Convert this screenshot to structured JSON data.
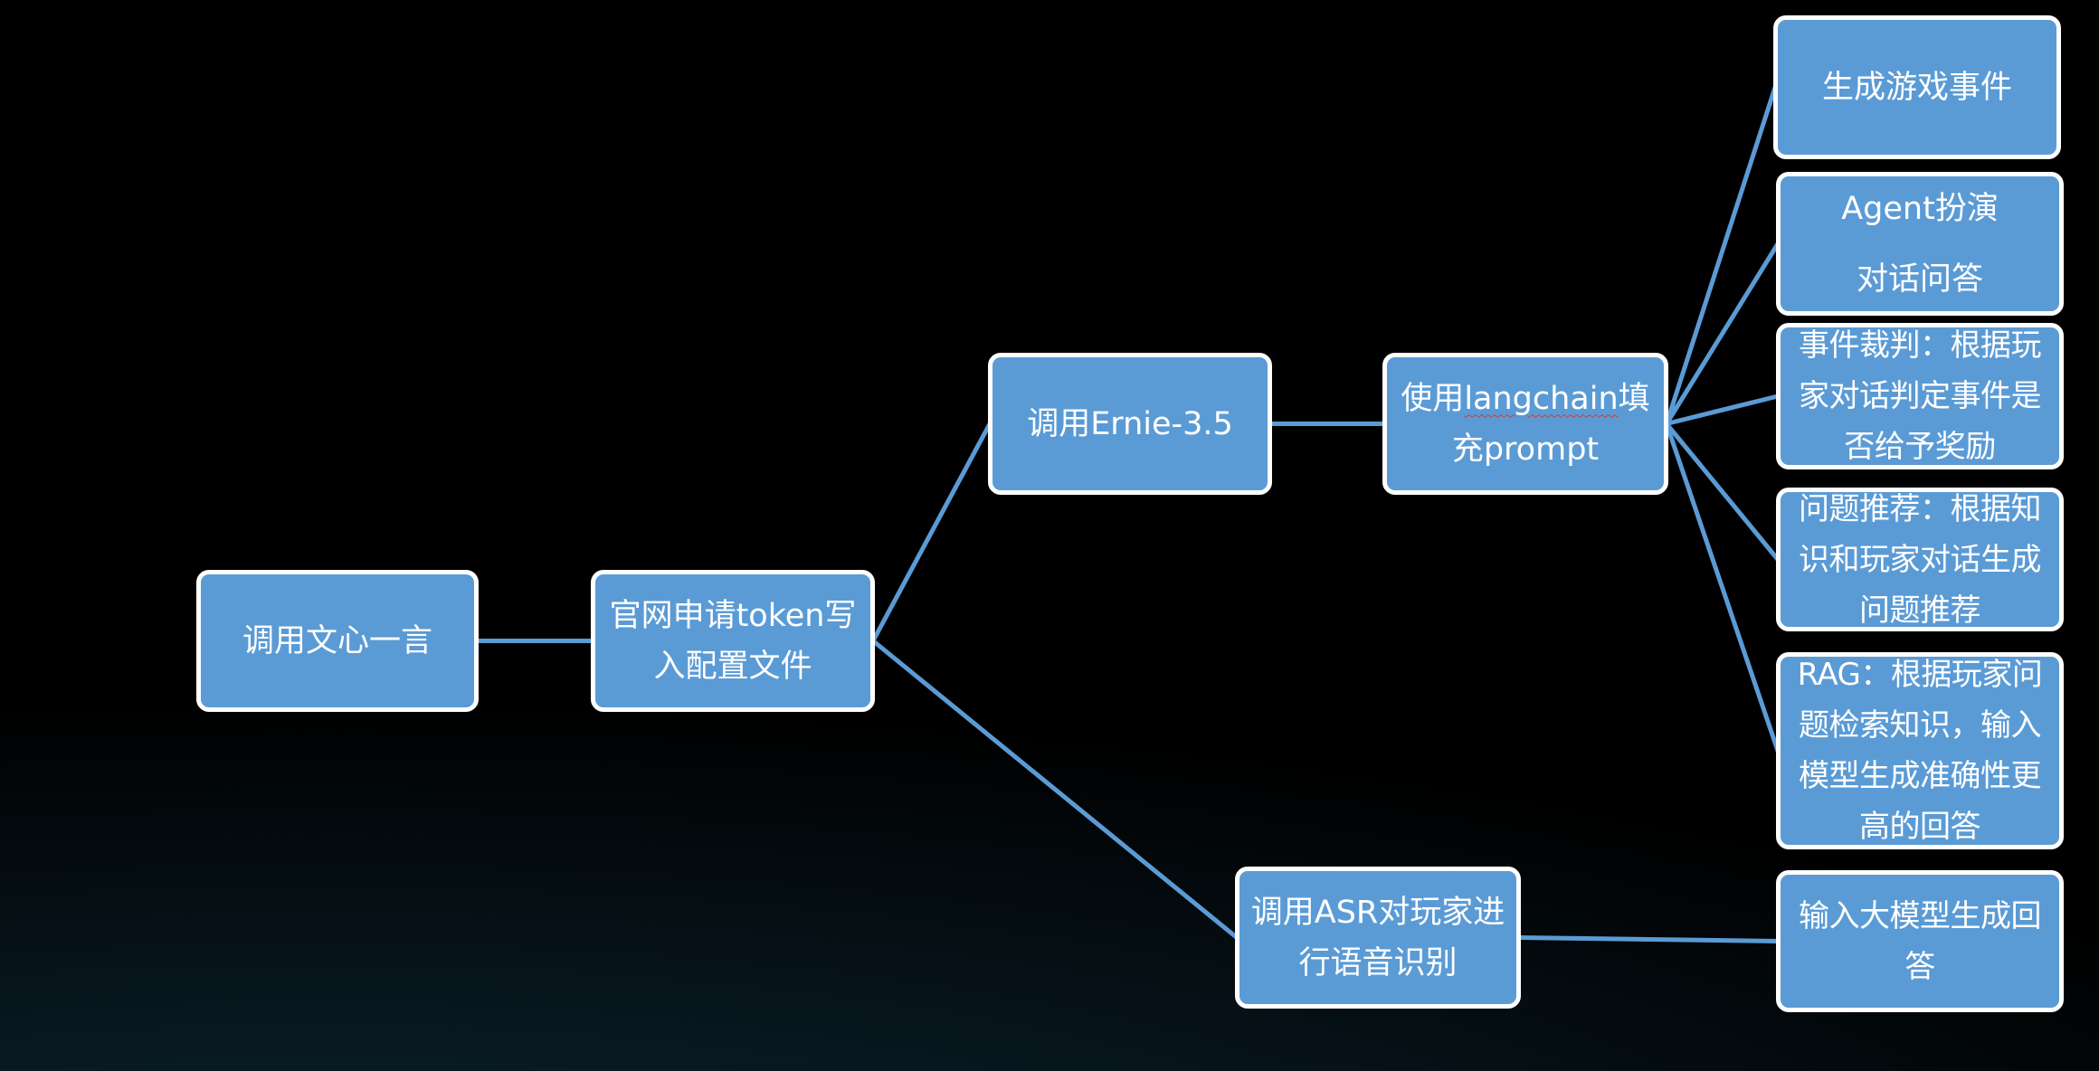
{
  "diagram": {
    "colors": {
      "node_fill": "#5b9bd5",
      "node_border": "#ffffff",
      "connector": "#5b9bd5",
      "background": "#000000",
      "text": "#ffffff"
    },
    "nodes": {
      "root": {
        "lines": [
          "调用文心一言"
        ]
      },
      "token": {
        "lines": [
          "官网申请token写",
          "入配置文件"
        ]
      },
      "ernie": {
        "lines": [
          "调用Ernie-3.5"
        ]
      },
      "langchain": {
        "lines": [
          "使用langchain填",
          "充prompt"
        ],
        "squiggle_word": "langchain"
      },
      "asr": {
        "lines": [
          "调用ASR对玩家进",
          "行语音识别"
        ]
      },
      "game_event": {
        "lines": [
          "生成游戏事件"
        ]
      },
      "agent": {
        "lines": [
          "Agent扮演",
          "对话问答"
        ]
      },
      "judge": {
        "lines": [
          "事件裁判：根据玩",
          "家对话判定事件是",
          "否给予奖励"
        ]
      },
      "recommend": {
        "lines": [
          "问题推荐：根据知",
          "识和玩家对话生成",
          "问题推荐"
        ]
      },
      "rag": {
        "lines": [
          "RAG：根据玩家问",
          "题检索知识，输入",
          "模型生成准确性更",
          "高的回答"
        ]
      },
      "answer": {
        "lines": [
          "输入大模型生成回",
          "答"
        ]
      }
    },
    "edges": [
      {
        "from": "root",
        "to": "token"
      },
      {
        "from": "token",
        "to": "ernie"
      },
      {
        "from": "token",
        "to": "asr"
      },
      {
        "from": "ernie",
        "to": "langchain"
      },
      {
        "from": "langchain",
        "to": "game_event"
      },
      {
        "from": "langchain",
        "to": "agent"
      },
      {
        "from": "langchain",
        "to": "judge"
      },
      {
        "from": "langchain",
        "to": "recommend"
      },
      {
        "from": "langchain",
        "to": "rag"
      },
      {
        "from": "asr",
        "to": "answer"
      }
    ]
  }
}
